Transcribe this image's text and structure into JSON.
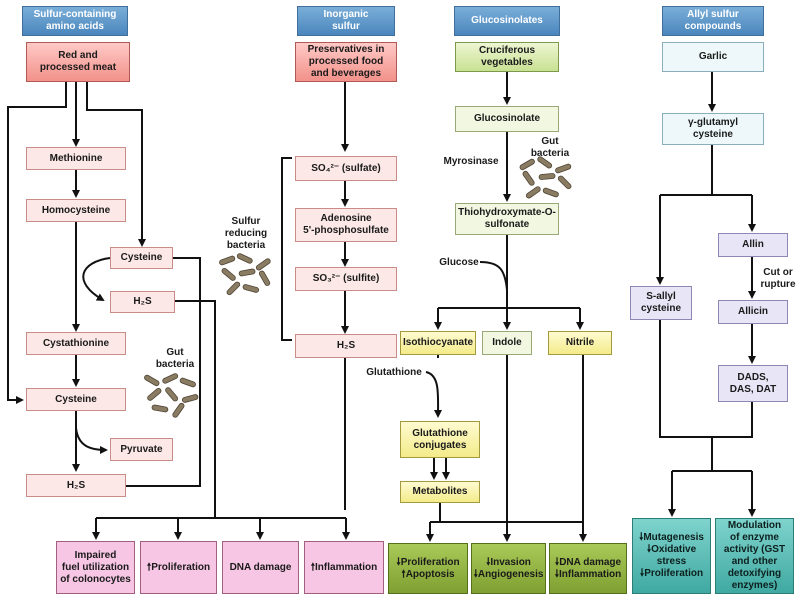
{
  "headers": {
    "sulfur_amino_acids": "Sulfur-containing\namino acids",
    "inorganic_sulfur": "Inorganic\nsulfur",
    "glucosinolates": "Glucosinolates",
    "allyl_sulfur": "Allyl sulfur\ncompounds"
  },
  "amino_col": {
    "meat": "Red and\nprocessed meat",
    "methionine": "Methionine",
    "homocysteine": "Homocysteine",
    "cysteine_upper": "Cysteine",
    "h2s_upper": "H₂S",
    "cystathionine": "Cystathionine",
    "cysteine_lower": "Cysteine",
    "pyruvate": "Pyruvate",
    "h2s_lower": "H₂S",
    "gut_bacteria_label": "Gut\nbacteria"
  },
  "inorganic_col": {
    "preservatives": "Preservatives in\nprocessed food\nand beverages",
    "sulfate": "SO₄²⁻ (sulfate)",
    "aps": "Adenosine\n5'-phosphosulfate",
    "sulfite": "SO₃²⁻ (sulfite)",
    "h2s": "H₂S",
    "srb_label": "Sulfur\nreducing\nbacteria"
  },
  "gluc_col": {
    "cruciferous": "Cruciferous\nvegetables",
    "glucosinolate": "Glucosinolate",
    "myrosinase_label": "Myrosinase",
    "gut_bacteria_label": "Gut\nbacteria",
    "thiohydroxymate": "Thiohydroxymate-O-\nsulfonate",
    "glucose_label": "Glucose",
    "isothiocyanate": "Isothiocyanate",
    "indole": "Indole",
    "nitrile": "Nitrile",
    "glutathione_label": "Glutathione",
    "gsh_conjugates": "Glutathione\nconjugates",
    "metabolites": "Metabolites"
  },
  "allyl_col": {
    "garlic": "Garlic",
    "gamma_glutamyl": "γ-glutamyl\ncysteine",
    "allin": "Allin",
    "cut_label": "Cut or\nrupture",
    "s_allyl": "S-allyl\ncysteine",
    "allicin": "Allicin",
    "dads": "DADS,\nDAS, DAT"
  },
  "outcomes": {
    "impaired": "Impaired\nfuel utilization\nof colonocytes",
    "proliferation_up": "🠕Proliferation",
    "dna_damage": "DNA damage",
    "inflammation_up": "🠕Inflammation",
    "prolif_apop": "🠗Proliferation\n🠕Apoptosis",
    "invasion_angio": "🠗Invasion\n🠗Angiogenesis",
    "dna_inflam": "🠗DNA damage\n🠗Inflammation",
    "muta_stress": "🠗Mutagenesis\n🠗Oxidative\nstress\n🠗Proliferation",
    "modulation": "Modulation\nof enzyme\nactivity (GST\nand other\ndetoxifying\nenzymes)"
  },
  "colors": {
    "header": "#4a86bd",
    "meat_red": "#f2918a",
    "outcome_pink": "#f7c6e4",
    "gluc_green": "#c8e192",
    "yellow": "#f3eb8a",
    "outcome_green": "#7f9f32",
    "outcome_teal": "#3fa9a1",
    "line": "#111111"
  }
}
